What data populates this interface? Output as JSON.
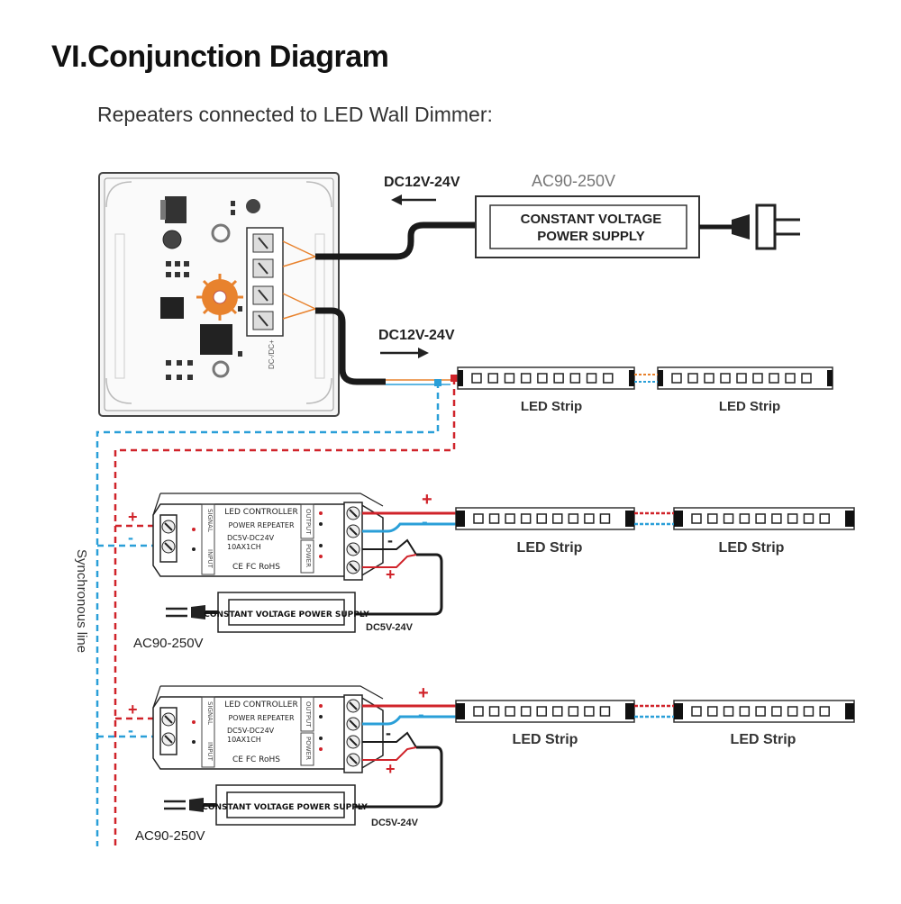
{
  "header": {
    "title": "VI.Conjunction Diagram",
    "subtitle": "Repeaters connected to LED Wall Dimmer:"
  },
  "dimmer_section": {
    "dc_label_top": "DC12V-24V",
    "ac_label": "AC90-250V",
    "psu_line1": "CONSTANT VOLTAGE",
    "psu_line2": "POWER SUPPLY",
    "dc_label_strip": "DC12V-24V",
    "strip_labels": [
      "LED Strip",
      "LED Strip"
    ],
    "board_text": "DC-/DC+"
  },
  "sync_label": "Synchronous line",
  "repeaters": [
    {
      "controller_title": "LED CONTROLLER",
      "model": "POWER REPEATER",
      "voltage": "DC5V-DC24V",
      "rating": "10AX1CH",
      "certs": "CE FC RoHS",
      "signal_label": "SIGNAL",
      "input_label": "INPUT",
      "output_label": "OUTPUT",
      "power_label": "POWER",
      "psu_label": "CONSTANT VOLTAGE POWER SUPPLY",
      "dc_label": "DC5V-24V",
      "ac_label": "AC90-250V",
      "strip_labels": [
        "LED Strip",
        "LED Strip"
      ],
      "plus": "+",
      "minus": "-"
    },
    {
      "controller_title": "LED CONTROLLER",
      "model": "POWER REPEATER",
      "voltage": "DC5V-DC24V",
      "rating": "10AX1CH",
      "certs": "CE FC RoHS",
      "signal_label": "SIGNAL",
      "input_label": "INPUT",
      "output_label": "OUTPUT",
      "power_label": "POWER",
      "psu_label": "CONSTANT VOLTAGE POWER SUPPLY",
      "dc_label": "DC5V-24V",
      "ac_label": "AC90-250V",
      "strip_labels": [
        "LED Strip",
        "LED Strip"
      ],
      "plus": "+",
      "minus": "-"
    }
  ],
  "colors": {
    "positive_wire": "#d0232a",
    "negative_wire": "#2a9fd8",
    "knob": "#e8822d",
    "black_wire": "#1a1a1a"
  }
}
